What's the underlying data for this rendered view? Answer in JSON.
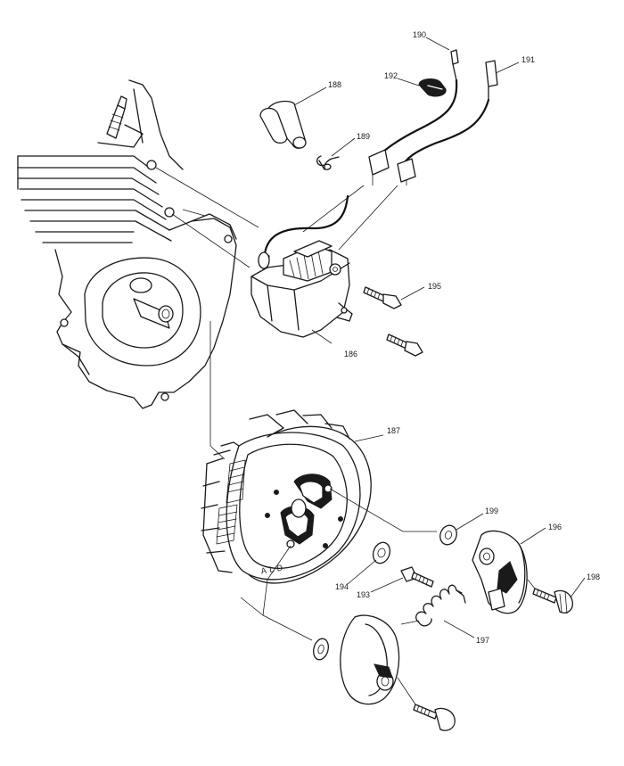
{
  "diagram": {
    "line_color": "#1a1a1a",
    "background": "#ffffff",
    "callouts": [
      {
        "id": "c186",
        "label": "186"
      },
      {
        "id": "c187",
        "label": "187"
      },
      {
        "id": "c188",
        "label": "188"
      },
      {
        "id": "c189",
        "label": "189"
      },
      {
        "id": "c190",
        "label": "190"
      },
      {
        "id": "c191",
        "label": "191"
      },
      {
        "id": "c192",
        "label": "192"
      },
      {
        "id": "c193",
        "label": "193"
      },
      {
        "id": "c194",
        "label": "194"
      },
      {
        "id": "c195",
        "label": "195"
      },
      {
        "id": "c196",
        "label": "196"
      },
      {
        "id": "c197",
        "label": "197"
      },
      {
        "id": "c198",
        "label": "198"
      },
      {
        "id": "c199",
        "label": "199"
      }
    ]
  }
}
